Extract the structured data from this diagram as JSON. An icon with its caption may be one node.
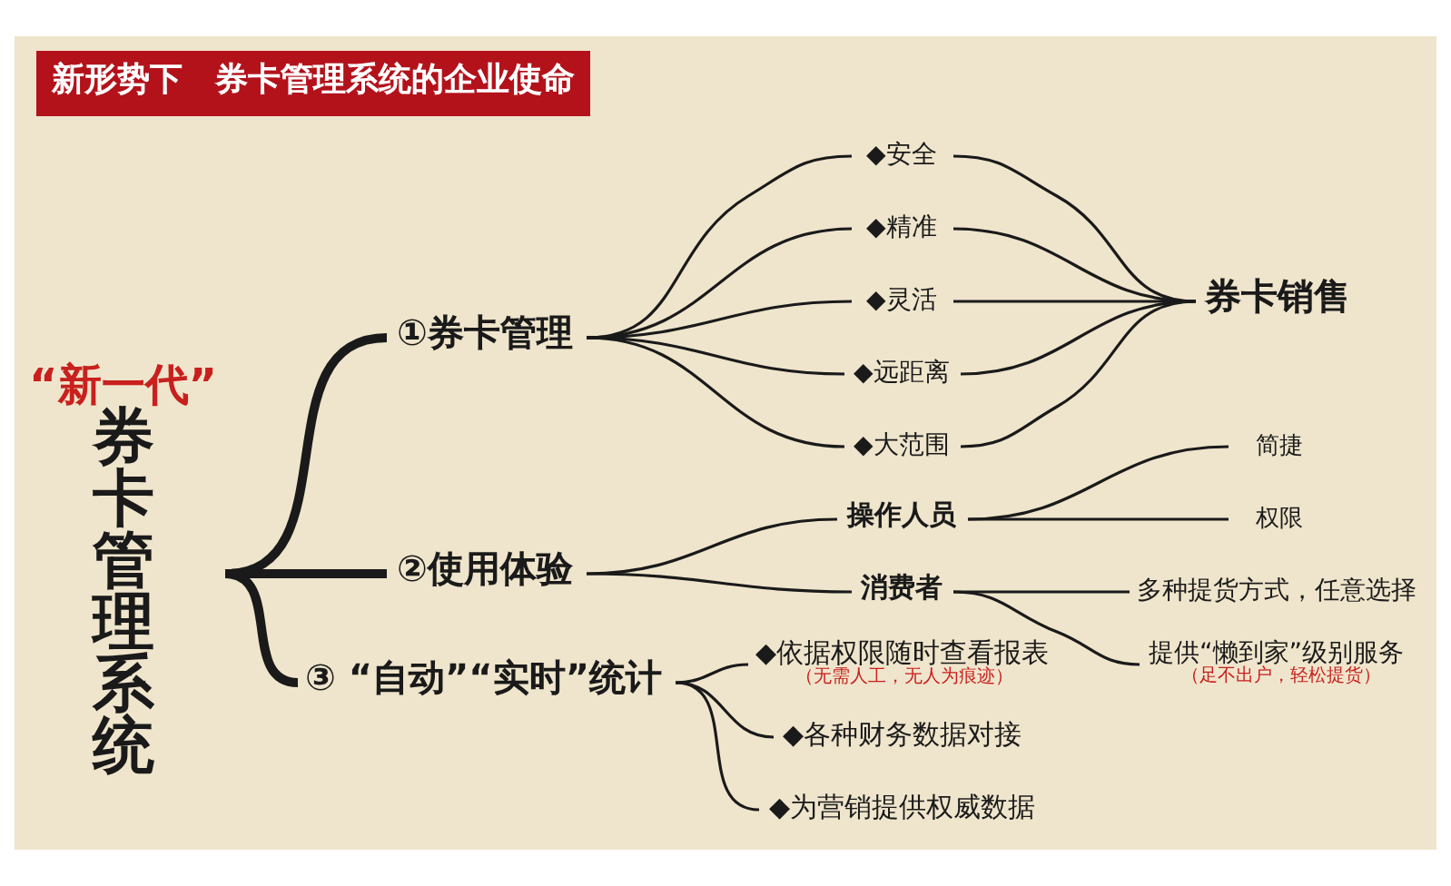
{
  "diagram": {
    "title": "新形势下　券卡管理系统的企业使命",
    "nodes": [
      {
        "text": [
          "“新一代”",
          "券卡管理系统"
        ]
      },
      {
        "text": [
          "①券卡管理"
        ]
      },
      {
        "text": [
          "◆安全"
        ]
      },
      {
        "text": [
          "◆精准"
        ]
      },
      {
        "text": [
          "◆灵活"
        ]
      },
      {
        "text": [
          "◆远距离"
        ]
      },
      {
        "text": [
          "◆大范围"
        ]
      },
      {
        "text": [
          "券卡销售"
        ]
      },
      {
        "text": [
          "②使用体验"
        ]
      },
      {
        "text": [
          "操作人员"
        ]
      },
      {
        "text": [
          "简捷"
        ]
      },
      {
        "text": [
          "权限"
        ]
      },
      {
        "text": [
          "消费者"
        ]
      },
      {
        "text": [
          "多种提货方式，任意选择"
        ]
      },
      {
        "text": [
          "提供“懒到家”级别服务",
          "（足不出户，轻松提货）"
        ]
      },
      {
        "text": [
          "③ “自动”“实时”统计"
        ]
      },
      {
        "text": [
          "◆依据权限随时查看报表",
          "（无需人工，无人为痕迹）"
        ]
      },
      {
        "text": [
          "◆各种财务数据对接"
        ]
      },
      {
        "text": [
          "◆为营销提供权威数据"
        ]
      }
    ],
    "edges": [
      {
        "from": 0,
        "to": 1,
        "arrow": "none",
        "style": "thick"
      },
      {
        "from": 0,
        "to": 8,
        "arrow": "none",
        "style": "thick"
      },
      {
        "from": 0,
        "to": 15,
        "arrow": "none",
        "style": "thick"
      },
      {
        "from": 1,
        "to": 2,
        "arrow": "none"
      },
      {
        "from": 1,
        "to": 3,
        "arrow": "none"
      },
      {
        "from": 1,
        "to": 4,
        "arrow": "none"
      },
      {
        "from": 1,
        "to": 5,
        "arrow": "none"
      },
      {
        "from": 1,
        "to": 6,
        "arrow": "none"
      },
      {
        "from": 2,
        "to": 7,
        "arrow": "none"
      },
      {
        "from": 3,
        "to": 7,
        "arrow": "none"
      },
      {
        "from": 4,
        "to": 7,
        "arrow": "none"
      },
      {
        "from": 5,
        "to": 7,
        "arrow": "none"
      },
      {
        "from": 6,
        "to": 7,
        "arrow": "none"
      },
      {
        "from": 8,
        "to": 9,
        "arrow": "none"
      },
      {
        "from": 8,
        "to": 12,
        "arrow": "none"
      },
      {
        "from": 9,
        "to": 10,
        "arrow": "none"
      },
      {
        "from": 9,
        "to": 11,
        "arrow": "none"
      },
      {
        "from": 12,
        "to": 13,
        "arrow": "none"
      },
      {
        "from": 12,
        "to": 14,
        "arrow": "none"
      },
      {
        "from": 15,
        "to": 16,
        "arrow": "none"
      },
      {
        "from": 15,
        "to": 17,
        "arrow": "none"
      },
      {
        "from": 15,
        "to": 18,
        "arrow": "none"
      }
    ]
  }
}
